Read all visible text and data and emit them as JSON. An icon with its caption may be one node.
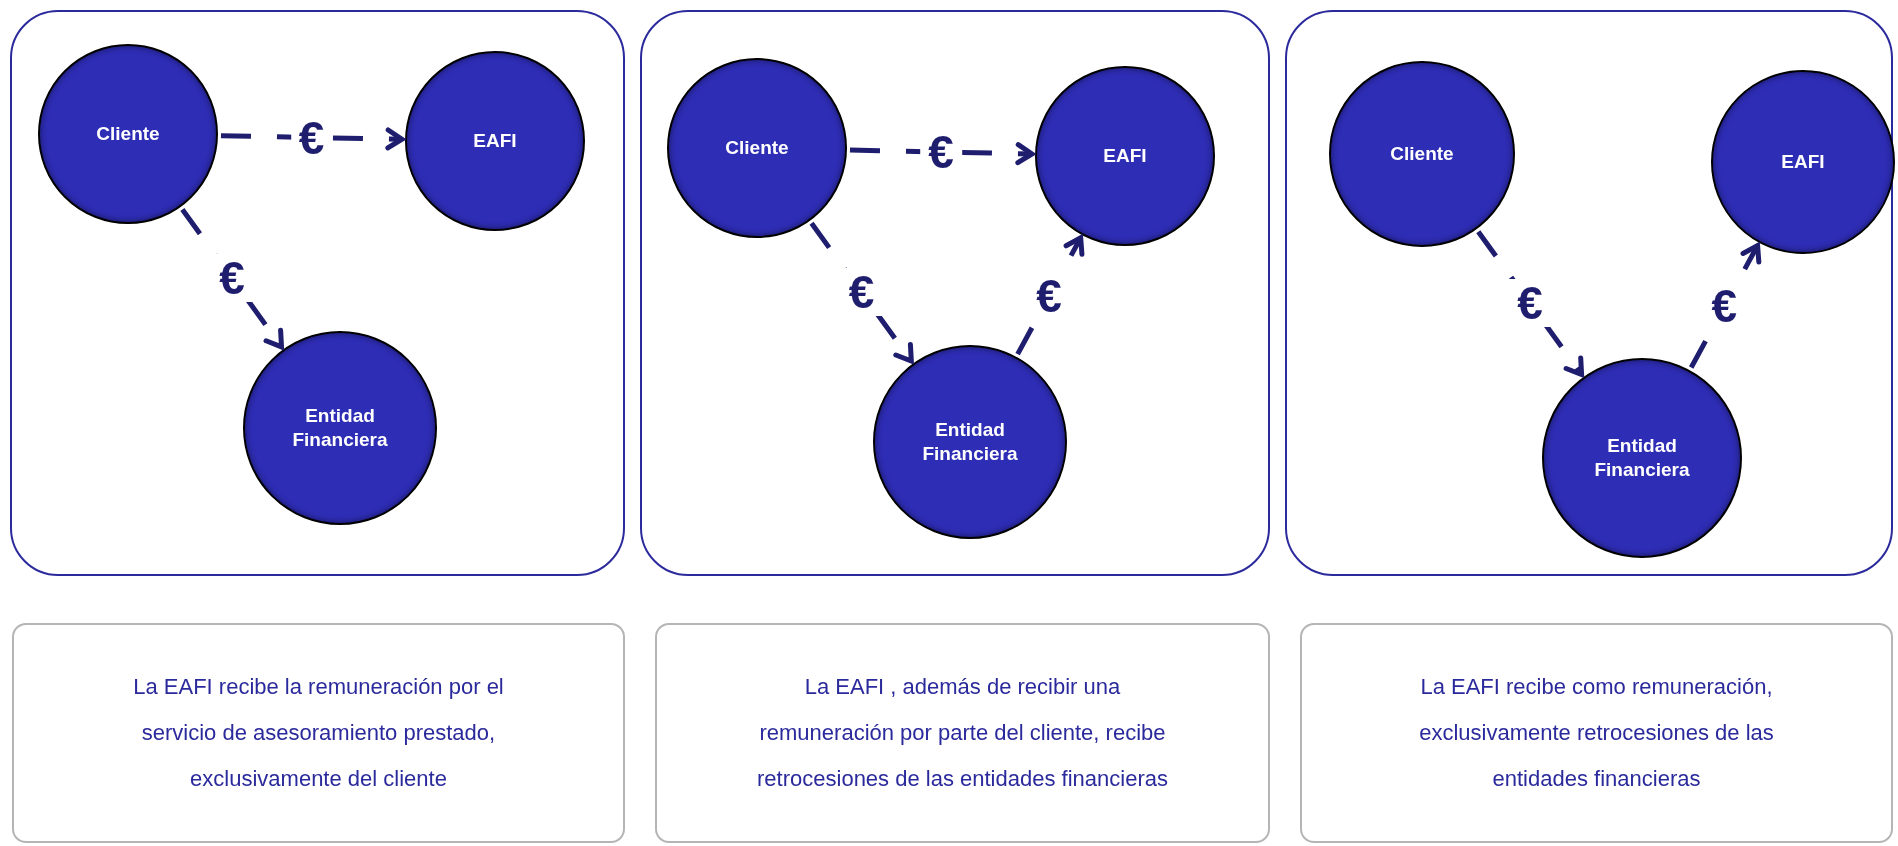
{
  "diagram": {
    "nodes": [
      {
        "text": [],
        "shape": "box"
      },
      {
        "text": [
          "Cliente"
        ],
        "in": 0
      },
      {
        "text": [
          "EAFI"
        ],
        "in": 0
      },
      {
        "text": [
          "Entidad Financiera"
        ],
        "in": 0
      },
      {
        "text": [],
        "shape": "box"
      },
      {
        "text": [
          "Cliente"
        ],
        "in": 4
      },
      {
        "text": [
          "EAFI"
        ],
        "in": 4
      },
      {
        "text": [
          "Entidad Financiera"
        ],
        "in": 4
      },
      {
        "text": [],
        "shape": "box"
      },
      {
        "text": [
          "Cliente"
        ],
        "in": 8
      },
      {
        "text": [
          "EAFI"
        ],
        "in": 8
      },
      {
        "text": [
          "Entidad Financiera"
        ],
        "in": 8
      },
      {
        "text": [
          "La EAFI recibe la remuneración por el servicio de asesoramiento prestado, exclusivamente del cliente"
        ]
      },
      {
        "text": [
          "La EAFI , además de recibir una remuneración por parte del cliente, recibe retrocesiones de las entidades financieras"
        ]
      },
      {
        "text": [
          "La EAFI recibe como remuneración, exclusivamente retrocesiones de las entidades financieras"
        ]
      }
    ],
    "edges": [
      {
        "from": 1,
        "to": 2,
        "arrow": "to",
        "label": "€",
        "style": "dashed"
      },
      {
        "from": 1,
        "to": 3,
        "arrow": "to",
        "label": "€",
        "style": "dashed"
      },
      {
        "from": 5,
        "to": 6,
        "arrow": "to",
        "label": "€",
        "style": "dashed"
      },
      {
        "from": 5,
        "to": 7,
        "arrow": "to",
        "label": "€",
        "style": "dashed"
      },
      {
        "from": 7,
        "to": 6,
        "arrow": "to",
        "label": "€",
        "style": "dashed"
      },
      {
        "from": 9,
        "to": 11,
        "arrow": "to",
        "label": "€",
        "style": "dashed"
      },
      {
        "from": 11,
        "to": 10,
        "arrow": "to",
        "label": "€",
        "style": "dashed"
      }
    ]
  }
}
